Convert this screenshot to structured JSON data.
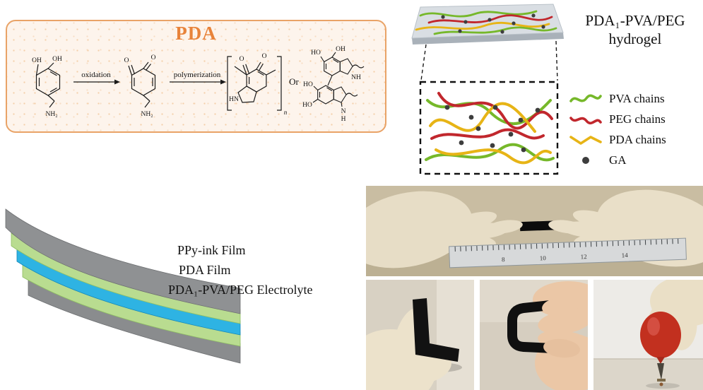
{
  "scheme": {
    "title": "PDA",
    "oxidation_label": "oxidation",
    "polymerization_label": "polymerization",
    "or_label": "Or",
    "labels": {
      "oh": "OH",
      "ho": "HO",
      "nh2": "NH₂",
      "o": "O",
      "hn": "HN",
      "nh": "NH",
      "h": "H",
      "n_atom": "N",
      "n": "n"
    },
    "accent_color": "#e8833a"
  },
  "hydrogel": {
    "title_line1": "PDA₁-PVA/PEG",
    "title_line2": "hydrogel",
    "legend": [
      {
        "label": "PVA chains",
        "color": "#76b82a"
      },
      {
        "label": "PEG chains",
        "color": "#c1272d"
      },
      {
        "label": "PDA chains",
        "color": "#e7b416"
      },
      {
        "label": "GA",
        "color": "#3d3d3d"
      }
    ]
  },
  "films": {
    "layer_labels": [
      "PPy-ink Film",
      "PDA Film",
      "PDA₁-PVA/PEG Electrolyte"
    ],
    "colors": {
      "ppy_gray": "#8f9193",
      "pda_green": "#b9dc90",
      "electrolyte_blue": "#2eb3e3"
    }
  },
  "photos": {
    "ruler_numbers": [
      "8",
      "10",
      "12",
      "14"
    ]
  }
}
